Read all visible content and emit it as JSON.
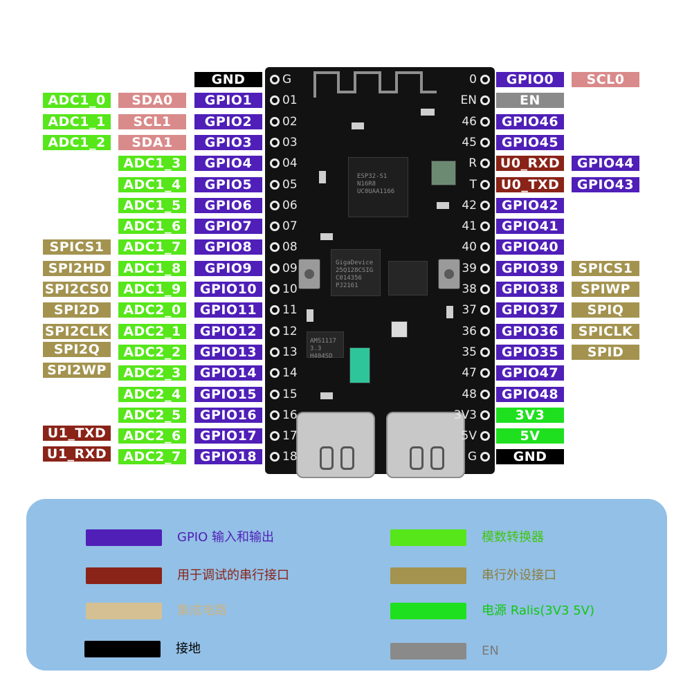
{
  "board": {
    "left_pins": [
      "G",
      "01",
      "02",
      "03",
      "04",
      "05",
      "06",
      "07",
      "08",
      "09",
      "10",
      "11",
      "12",
      "13",
      "14",
      "15",
      "16",
      "17",
      "18"
    ],
    "right_pins": [
      "0",
      "EN",
      "46",
      "45",
      "R",
      "T",
      "42",
      "41",
      "40",
      "39",
      "38",
      "37",
      "36",
      "35",
      "47",
      "48",
      "3V3",
      "5V",
      "G"
    ],
    "chips": {
      "mcu_lines": [
        "ESP32-S1",
        "N16R8",
        "UC0UAA1166"
      ],
      "flash_lines": [
        "GigaDevice",
        "25Q128CSIG",
        "C014356",
        "PJ2161"
      ],
      "ldo_lines": [
        "AMS1117",
        "3.3 H404SD"
      ]
    }
  },
  "left_columns": [
    {
      "class": "t-gpio",
      "labels": [
        "GND",
        "GPIO1",
        "GPIO2",
        "GPIO3",
        "GPIO4",
        "GPIO5",
        "GPIO6",
        "GPIO7",
        "GPIO8",
        "GPIO9",
        "GPIO10",
        "GPIO11",
        "GPIO12",
        "GPIO13",
        "GPIO14",
        "GPIO15",
        "GPIO16",
        "GPIO17",
        "GPIO18"
      ]
    },
    {
      "class": "t-adc",
      "labels": [
        "",
        "",
        "",
        "",
        "ADC1_3",
        "ADC1_4",
        "ADC1_5",
        "ADC1_6",
        "ADC1_7",
        "ADC1_8",
        "ADC1_9",
        "ADC2_0",
        "ADC2_1",
        "ADC2_2",
        "ADC2_3",
        "ADC2_4",
        "ADC2_5",
        "ADC2_6",
        "ADC2_7"
      ]
    }
  ],
  "left_extra": {
    "adc_far": [
      "ADC1_0",
      "ADC1_1",
      "ADC1_2"
    ],
    "i2c": [
      "SDA0",
      "SCL1",
      "SDA1"
    ],
    "spi": [
      "SPICS1",
      "SPI2HD",
      "SPI2CS0",
      "SPI2D",
      "SPI2CLK",
      "SPI2Q",
      "SPI2WP"
    ],
    "uart": [
      "U1_TXD",
      "U1_RXD"
    ]
  },
  "right_columns": {
    "col1": [
      "GPIO0",
      "EN",
      "GPIO46",
      "GPIO45",
      "U0_RXD",
      "U0_TXD",
      "GPIO42",
      "GPIO41",
      "GPIO40",
      "GPIO39",
      "GPIO38",
      "GPIO37",
      "GPIO36",
      "GPIO35",
      "GPIO47",
      "GPIO48",
      "3V3",
      "5V",
      "GND"
    ],
    "col2": [
      "SCL0",
      "",
      "",
      "",
      "GPIO44",
      "GPIO43",
      "",
      "",
      "",
      "SPICS1",
      "SPIWP",
      "SPIQ",
      "SPICLK",
      "SPID",
      "",
      "",
      "",
      "",
      ""
    ]
  },
  "legend": {
    "items": [
      {
        "label": "GPIO 输入和输出",
        "swatch": "#4f1fb8",
        "text_color": "#4f1fb8"
      },
      {
        "label": "模数转换器",
        "swatch": "#56e61a",
        "text_color": "#3fc60f"
      },
      {
        "label": "用于调试的串行接口",
        "swatch": "#8a2318",
        "text_color": "#8a2318"
      },
      {
        "label": "串行外设接口",
        "swatch": "#a3934f",
        "text_color": "#8b7d3f"
      },
      {
        "label": "集成电路",
        "swatch": "#d4c092",
        "text_color": "#c8b488"
      },
      {
        "label": "电源 Ralis(3V3 5V)",
        "swatch": "#1fe01f",
        "text_color": "#12c712"
      },
      {
        "label": "接地",
        "swatch": "#000000",
        "text_color": "#000000"
      },
      {
        "label": "EN",
        "swatch": "#8a8a8a",
        "text_color": "#7a7a7a"
      }
    ]
  },
  "colors": {
    "gpio": "#4f1fb8",
    "adc": "#56e61a",
    "uart": "#8a2318",
    "spi": "#a3934f",
    "i2c": "#d98a8a",
    "power": "#1fe01f",
    "gnd": "#000000",
    "en": "#8a8a8a",
    "legend_bg": "#93c0e6"
  }
}
